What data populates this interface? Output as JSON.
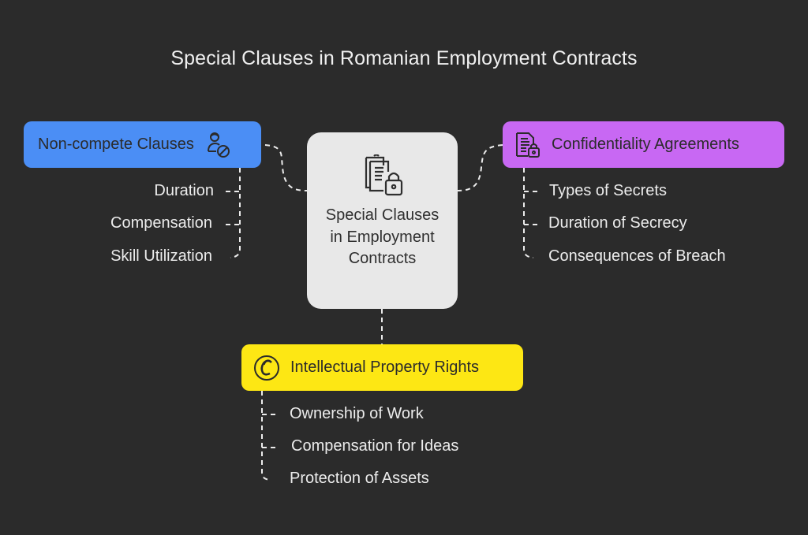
{
  "title": "Special Clauses in Romanian Employment Contracts",
  "colors": {
    "background": "#2b2b2b",
    "center": "#e8e8e8",
    "non_compete": "#4b8ef5",
    "confidentiality": "#c868f3",
    "intellectual_property": "#fde714",
    "connector": "#ececec"
  },
  "center": {
    "label": "Special Clauses in Employment Contracts",
    "icon": "clipboard-lock-icon"
  },
  "branches": {
    "non_compete": {
      "label": "Non-compete Clauses",
      "icon": "person-blocked-icon",
      "items": [
        "Duration",
        "Compensation",
        "Skill Utilization"
      ]
    },
    "confidentiality": {
      "label": "Confidentiality Agreements",
      "icon": "document-lock-icon",
      "items": [
        "Types of Secrets",
        "Duration of Secrecy",
        "Consequences of Breach"
      ]
    },
    "intellectual_property": {
      "label": "Intellectual Property Rights",
      "icon": "copyright-icon",
      "items": [
        "Ownership of Work",
        "Compensation for Ideas",
        "Protection of Assets"
      ]
    }
  }
}
